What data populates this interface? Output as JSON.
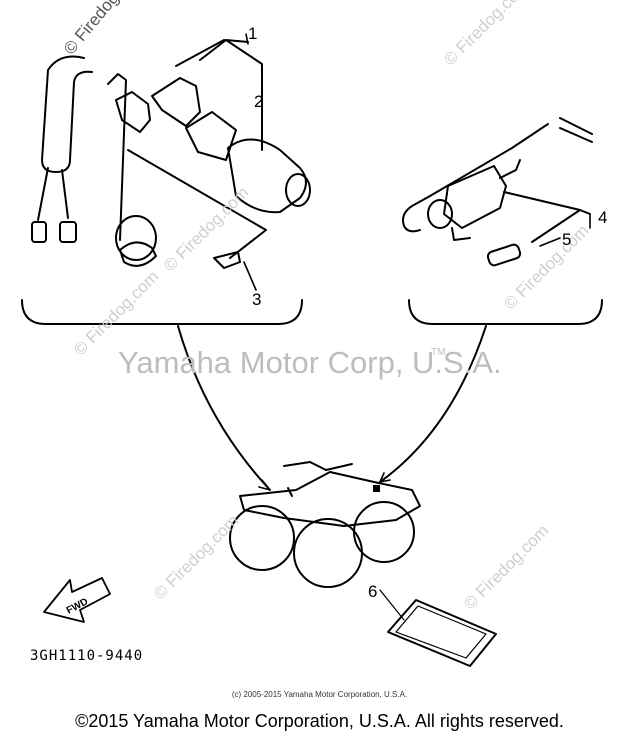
{
  "watermarks": {
    "site": "© Firedog.com",
    "brand": "Yamaha Motor Corp, U.S.A.",
    "trademark": "TM"
  },
  "callouts": [
    "1",
    "2",
    "3",
    "4",
    "5",
    "6"
  ],
  "fwd_label": "FWD",
  "part_number": "3GH1110-9440",
  "small_copyright": "(c) 2005-2015 Yamaha Motor Corporation, U.S.A.",
  "footer": "©2015 Yamaha Motor Corporation, U.S.A. All rights reserved."
}
